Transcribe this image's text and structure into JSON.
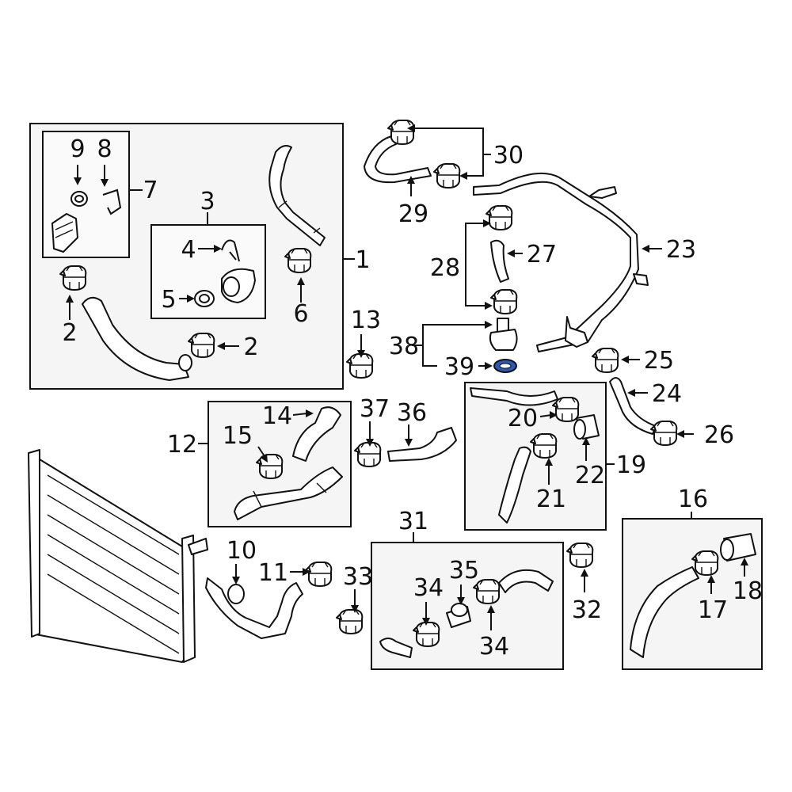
{
  "diagram": {
    "callouts": {
      "c1": "1",
      "c2a": "2",
      "c2b": "2",
      "c3": "3",
      "c4": "4",
      "c5": "5",
      "c6": "6",
      "c7": "7",
      "c8": "8",
      "c9": "9",
      "c10": "10",
      "c11": "11",
      "c12": "12",
      "c13": "13",
      "c14": "14",
      "c15": "15",
      "c16": "16",
      "c17": "17",
      "c18": "18",
      "c19": "19",
      "c20": "20",
      "c21": "21",
      "c22": "22",
      "c23": "23",
      "c24": "24",
      "c25": "25",
      "c26": "26",
      "c27": "27",
      "c28": "28",
      "c29": "29",
      "c30": "30",
      "c31": "31",
      "c32": "32",
      "c33": "33",
      "c34a": "34",
      "c34b": "34",
      "c35": "35",
      "c36": "36",
      "c37": "37",
      "c38": "38",
      "c39": "39"
    },
    "highlight_color": "#2d56b5"
  }
}
